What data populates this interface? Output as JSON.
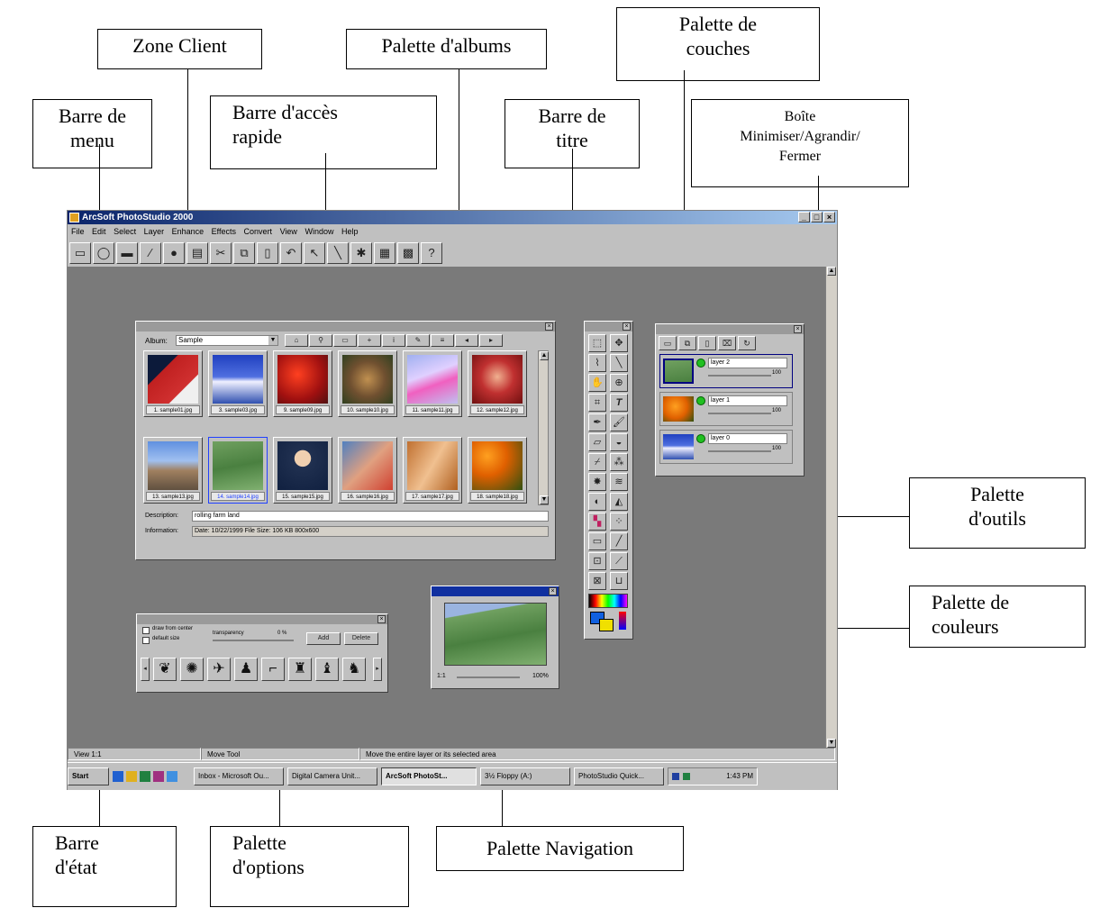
{
  "annotations": {
    "zone_client": "Zone Client",
    "palette_albums": "Palette d'albums",
    "palette_couches": "Palette de\ncouches",
    "barre_menu": "Barre de\nmenu",
    "barre_acces": "Barre d'accès\nrapide",
    "barre_titre": "Barre de\ntitre",
    "boite_min": "Boîte\nMinimiser/Agrandir/\nFermer",
    "palette_outils": "Palette\nd'outils",
    "palette_couleurs": "Palette de\ncouleurs",
    "barre_etat": "Barre\nd'état",
    "palette_options": "Palette\nd'options",
    "palette_navigation": "Palette Navigation"
  },
  "app": {
    "title": "ArcSoft PhotoStudio 2000",
    "menus": [
      "File",
      "Edit",
      "Select",
      "Layer",
      "Enhance",
      "Effects",
      "Convert",
      "View",
      "Window",
      "Help"
    ]
  },
  "album": {
    "album_label": "Album:",
    "album_value": "Sample",
    "thumbs": [
      "1. sample01.jpg",
      "3. sample03.jpg",
      "9. sample09.jpg",
      "10. sample10.jpg",
      "11. sample11.jpg",
      "12. sample12.jpg",
      "13. sample13.jpg",
      "14. sample14.jpg",
      "15. sample15.jpg",
      "16. sample16.jpg",
      "17. sample17.jpg",
      "18. sample18.jpg"
    ],
    "description_label": "Description:",
    "description_value": "rolling farm land",
    "information_label": "Information:",
    "information_value": "Date: 10/22/1999  File Size: 106 KB  800x600"
  },
  "layers": {
    "items": [
      {
        "name": "layer 2",
        "pct": "100"
      },
      {
        "name": "layer 1",
        "pct": "100"
      },
      {
        "name": "layer 0",
        "pct": "100"
      }
    ]
  },
  "options": {
    "check1": "draw from center",
    "check2": "default size",
    "transparency_label": "transparency",
    "transparency_value": "0 %",
    "add_label": "Add",
    "delete_label": "Delete"
  },
  "navigation": {
    "zoom_ratio": "1:1",
    "zoom_pct": "100%"
  },
  "statusbar": {
    "view": "View 1:1",
    "tool": "Move Tool",
    "hint": "Move the entire layer or its selected area"
  },
  "taskbar": {
    "start": "Start",
    "items": [
      "Inbox - Microsoft Ou...",
      "Digital Camera Unit...",
      "ArcSoft PhotoSt...",
      "3½ Floppy (A:)",
      "PhotoStudio Quick..."
    ],
    "clock": "1:43 PM"
  },
  "colors": {
    "titlebar": "#0a246a",
    "client": "#7a7a7a",
    "chrome": "#c0c0c0"
  }
}
